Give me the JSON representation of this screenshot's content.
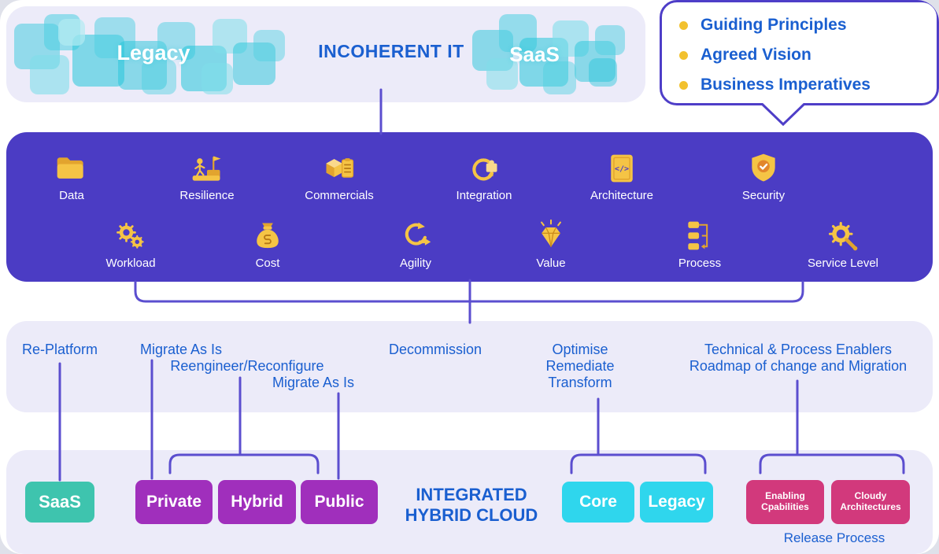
{
  "colors": {
    "accent_blue": "#1A5FD0",
    "purple_panel": "#4B3CC4",
    "lavender_panel": "#ECEBF9",
    "gold": "#F5C445",
    "teal": "#3EC4AE",
    "magenta": "#A02FBC",
    "cyan": "#2FD6ED",
    "pink": "#D2397C",
    "connector": "#5B4ECF"
  },
  "top": {
    "legacy_label": "Legacy",
    "title": "INCOHERENT IT",
    "saas_label": "SaaS"
  },
  "principles": {
    "items": [
      {
        "label": "Guiding Principles"
      },
      {
        "label": "Agreed Vision"
      },
      {
        "label": "Business Imperatives"
      }
    ]
  },
  "capabilities": {
    "row1": [
      {
        "label": "Data",
        "icon": "folder-icon"
      },
      {
        "label": "Resilience",
        "icon": "climber-flag-icon"
      },
      {
        "label": "Commercials",
        "icon": "package-clipboard-icon"
      },
      {
        "label": "Integration",
        "icon": "puzzle-cycle-icon"
      },
      {
        "label": "Architecture",
        "icon": "code-document-icon"
      },
      {
        "label": "Security",
        "icon": "shield-check-icon"
      }
    ],
    "row2": [
      {
        "label": "Workload",
        "icon": "gears-icon"
      },
      {
        "label": "Cost",
        "icon": "money-bag-icon"
      },
      {
        "label": "Agility",
        "icon": "cycle-arrow-icon"
      },
      {
        "label": "Value",
        "icon": "diamond-icon"
      },
      {
        "label": "Process",
        "icon": "flowchart-icon"
      },
      {
        "label": "Service Level",
        "icon": "gear-wrench-icon"
      }
    ]
  },
  "strategies": {
    "re_platform": "Re-Platform",
    "migrate_as_is_1": "Migrate As Is",
    "reengineer": "Reengineer/Reconfigure",
    "migrate_as_is_2": "Migrate As Is",
    "decommission": "Decommission",
    "optimise_line1": "Optimise",
    "optimise_line2": "Remediate",
    "optimise_line3": "Transform",
    "enablers_line1": "Technical & Process Enablers",
    "enablers_line2": "Roadmap of change and Migration"
  },
  "cloud": {
    "saas": "SaaS",
    "private": "Private",
    "hybrid": "Hybrid",
    "public": "Public",
    "title_line1": "INTEGRATED",
    "title_line2": "HYBRID CLOUD",
    "core": "Core",
    "legacy": "Legacy",
    "enabling_line1": "Enabling",
    "enabling_line2": "Cpabilities",
    "cloudy_line1": "Cloudy",
    "cloudy_line2": "Architectures",
    "release_process": "Release Process"
  }
}
